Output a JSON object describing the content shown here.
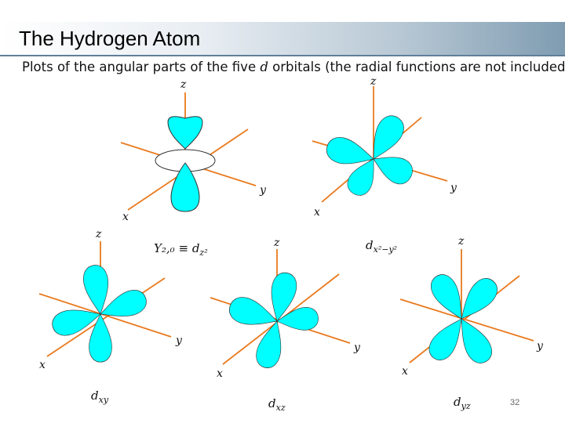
{
  "slide": {
    "title": "The Hydrogen Atom",
    "subtitle_prefix": "Plots of the angular parts of the five ",
    "subtitle_d": "d",
    "subtitle_suffix": " orbitals (the radial functions are not included)",
    "page_number": "32"
  },
  "axis_labels": {
    "x": "x",
    "y": "y",
    "z": "z"
  },
  "orbitals": [
    {
      "id": "dz2",
      "label_main": "d",
      "label_sub": "z²",
      "prefix": "Y₂,₀ ≡ "
    },
    {
      "id": "dx2-y2",
      "label_main": "d",
      "label_sub": "x²−y²",
      "prefix": ""
    },
    {
      "id": "dxy",
      "label_main": "d",
      "label_sub": "xy",
      "prefix": ""
    },
    {
      "id": "dxz",
      "label_main": "d",
      "label_sub": "xz",
      "prefix": ""
    },
    {
      "id": "dyz",
      "label_main": "d",
      "label_sub": "yz",
      "prefix": ""
    }
  ],
  "colors": {
    "lobe": "#00ffff",
    "axis": "#e97a1e",
    "title_gradient_end": "#7f9cb1"
  }
}
